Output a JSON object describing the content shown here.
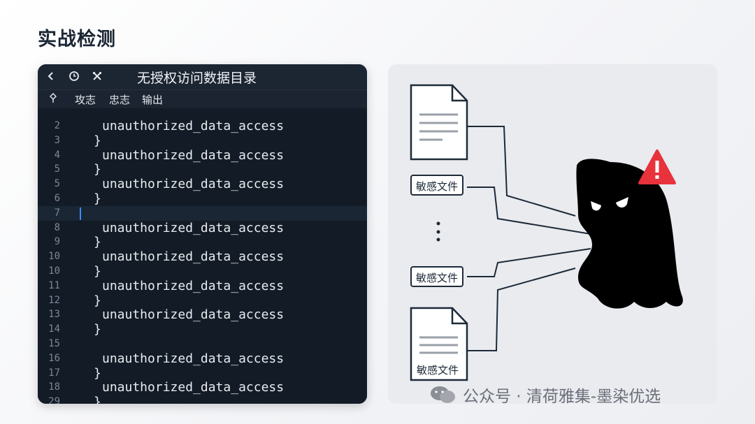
{
  "page": {
    "title": "实战检测"
  },
  "editor": {
    "title": "无授权访问数据目录",
    "toolbar_icons": [
      "back-icon",
      "history-icon",
      "tools-icon"
    ],
    "menu_icon": "pin-icon",
    "menu": [
      "攻志",
      "忠志",
      "输出"
    ],
    "lines": [
      {
        "num": "2",
        "text": "unauthorized_data_access",
        "kind": "code"
      },
      {
        "num": "3",
        "text": "}",
        "kind": "brace"
      },
      {
        "num": "4",
        "text": "unauthorized_data_access",
        "kind": "code"
      },
      {
        "num": "5",
        "text": "}",
        "kind": "brace"
      },
      {
        "num": "5",
        "text": "unauthorized_data_access",
        "kind": "code"
      },
      {
        "num": "6",
        "text": "}",
        "kind": "brace"
      },
      {
        "num": "7",
        "text": "",
        "kind": "cursor"
      },
      {
        "num": "8",
        "text": "unauthorized_data_access",
        "kind": "code"
      },
      {
        "num": "9",
        "text": "}",
        "kind": "brace"
      },
      {
        "num": "10",
        "text": "unauthorized_data_access",
        "kind": "code"
      },
      {
        "num": "10",
        "text": "}",
        "kind": "brace"
      },
      {
        "num": "11",
        "text": "unauthorized_data_access",
        "kind": "code"
      },
      {
        "num": "12",
        "text": "}",
        "kind": "brace"
      },
      {
        "num": "13",
        "text": "unauthorized_data_access",
        "kind": "code"
      },
      {
        "num": "14",
        "text": "}",
        "kind": "brace"
      },
      {
        "num": "15",
        "text": "",
        "kind": "blank"
      },
      {
        "num": "16",
        "text": "unauthorized_data_access",
        "kind": "code"
      },
      {
        "num": "17",
        "text": "}",
        "kind": "brace"
      },
      {
        "num": "18",
        "text": "unauthorized_data_access",
        "kind": "code"
      },
      {
        "num": "29",
        "text": "}",
        "kind": "brace"
      }
    ]
  },
  "illustration": {
    "labels": [
      "敏感文件",
      "敏感文件",
      "敏感文件"
    ],
    "icons": [
      "document-icon",
      "ellipsis-icon",
      "ghost-icon",
      "warning-icon"
    ],
    "colors": {
      "ghost": "#000000",
      "warning": "#e8323c",
      "frame": "#1d2a38"
    }
  },
  "watermark": {
    "text": "公众号 · 清荷雅集-墨染优选",
    "icon": "wechat-icon"
  }
}
